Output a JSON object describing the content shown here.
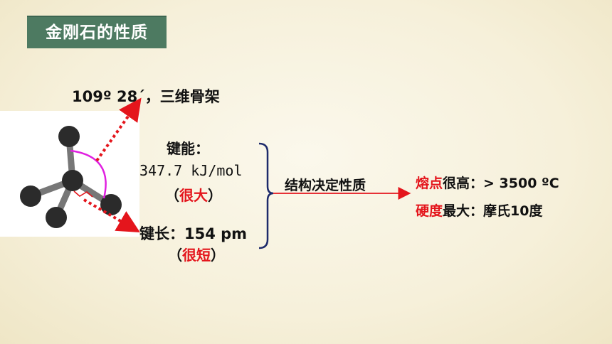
{
  "title": "金刚石的性质",
  "angle_text": "109º 28´，三维骨架",
  "bond_energy": {
    "label": "键能：",
    "value": "347.7 kJ/mol",
    "note_open": "（",
    "note": "很大",
    "note_close": "）"
  },
  "bond_length": {
    "label": "键长：154 pm",
    "note_open": "（",
    "note": "很短",
    "note_close": "）"
  },
  "structure_label": "结构决定性质",
  "properties": {
    "melting_key": "熔点",
    "melting_rest": "很高：> 3500 ºC",
    "hardness_key": "硬度",
    "hardness_rest": "最大：摩氏10度"
  },
  "colors": {
    "accent_red": "#e4151c",
    "title_green": "#4d7a61",
    "brace_navy": "#1d2a6b",
    "angle_magenta": "#e020e0"
  }
}
